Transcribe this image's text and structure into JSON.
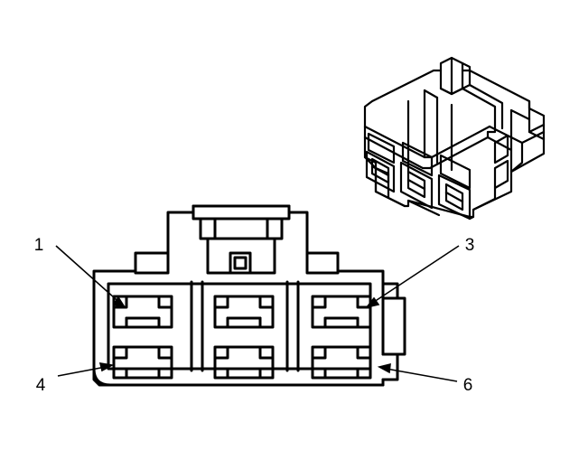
{
  "figure": {
    "title": "Electrical connector terminal identification diagram",
    "type": "line-drawing",
    "background_color": "#ffffff",
    "line_color": "#000000",
    "view_count": 2,
    "views": [
      {
        "name": "isometric-connector-view",
        "description": "Three-quarter isometric view of a six-cavity electrical connector housing"
      },
      {
        "name": "front-face-connector-view",
        "description": "Front face view of the six-cavity connector with numbered terminal cavities"
      }
    ]
  },
  "callouts": [
    {
      "id": "1",
      "label": "1",
      "position": "upper-left",
      "points_to": "cavity-top-left"
    },
    {
      "id": "3",
      "label": "3",
      "position": "upper-right",
      "points_to": "cavity-top-right"
    },
    {
      "id": "4",
      "label": "4",
      "position": "lower-left",
      "points_to": "cavity-bottom-left"
    },
    {
      "id": "6",
      "label": "6",
      "position": "lower-right",
      "points_to": "cavity-bottom-right"
    }
  ],
  "cavities": {
    "rows": 2,
    "columns": 3,
    "total": 6,
    "numbered_visible": [
      "1",
      "3",
      "4",
      "6"
    ]
  }
}
